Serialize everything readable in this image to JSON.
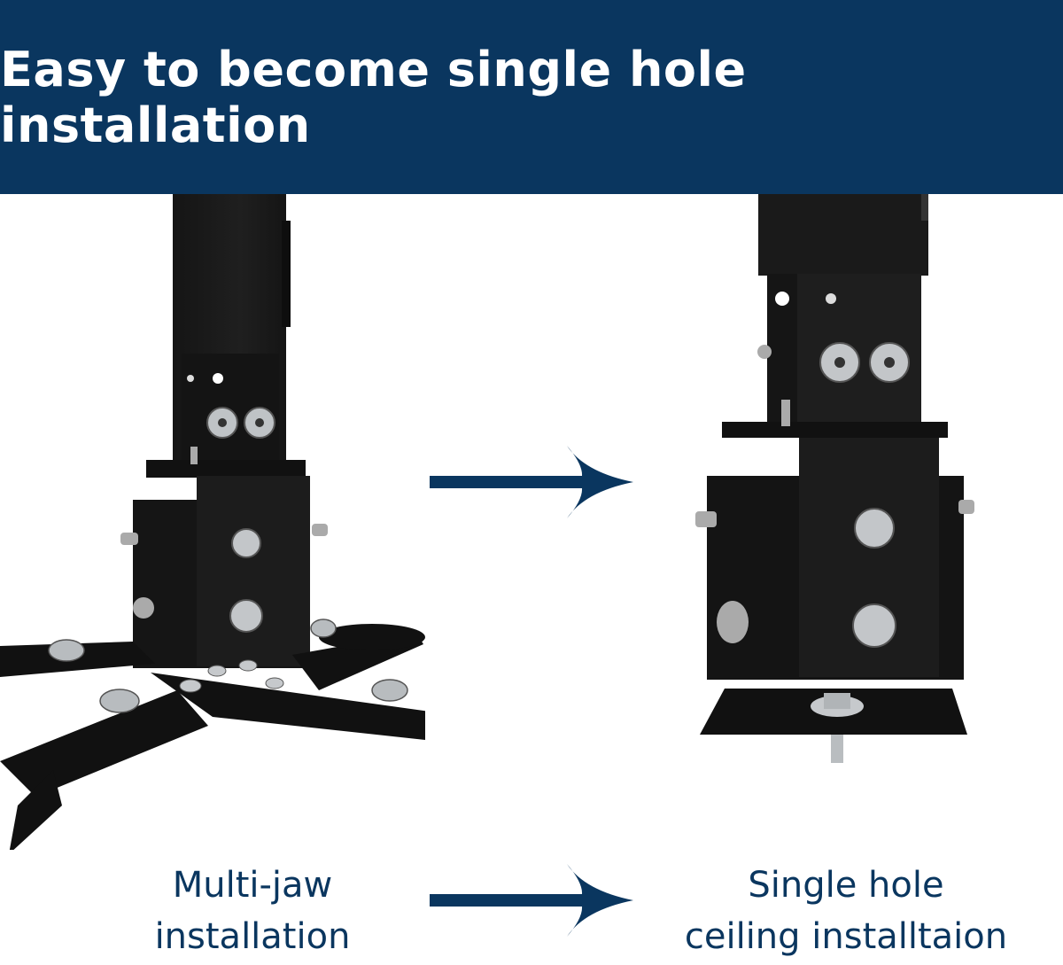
{
  "header": {
    "title": "Easy to become single hole installation",
    "background_color": "#0a365f",
    "text_color": "#ffffff"
  },
  "images": {
    "left": {
      "subject": "projector-ceiling-mount-with-multi-jaw-bracket"
    },
    "right": {
      "subject": "projector-ceiling-mount-with-single-hole-plate"
    }
  },
  "arrows": {
    "color": "#0a365f",
    "top": {
      "icon": "right-arrow-icon"
    },
    "bottom": {
      "icon": "right-arrow-icon"
    }
  },
  "captions": {
    "left": {
      "line1": "Multi-jaw",
      "line2": "installation"
    },
    "right": {
      "line1": "Single hole",
      "line2": "ceiling installtaion"
    }
  }
}
